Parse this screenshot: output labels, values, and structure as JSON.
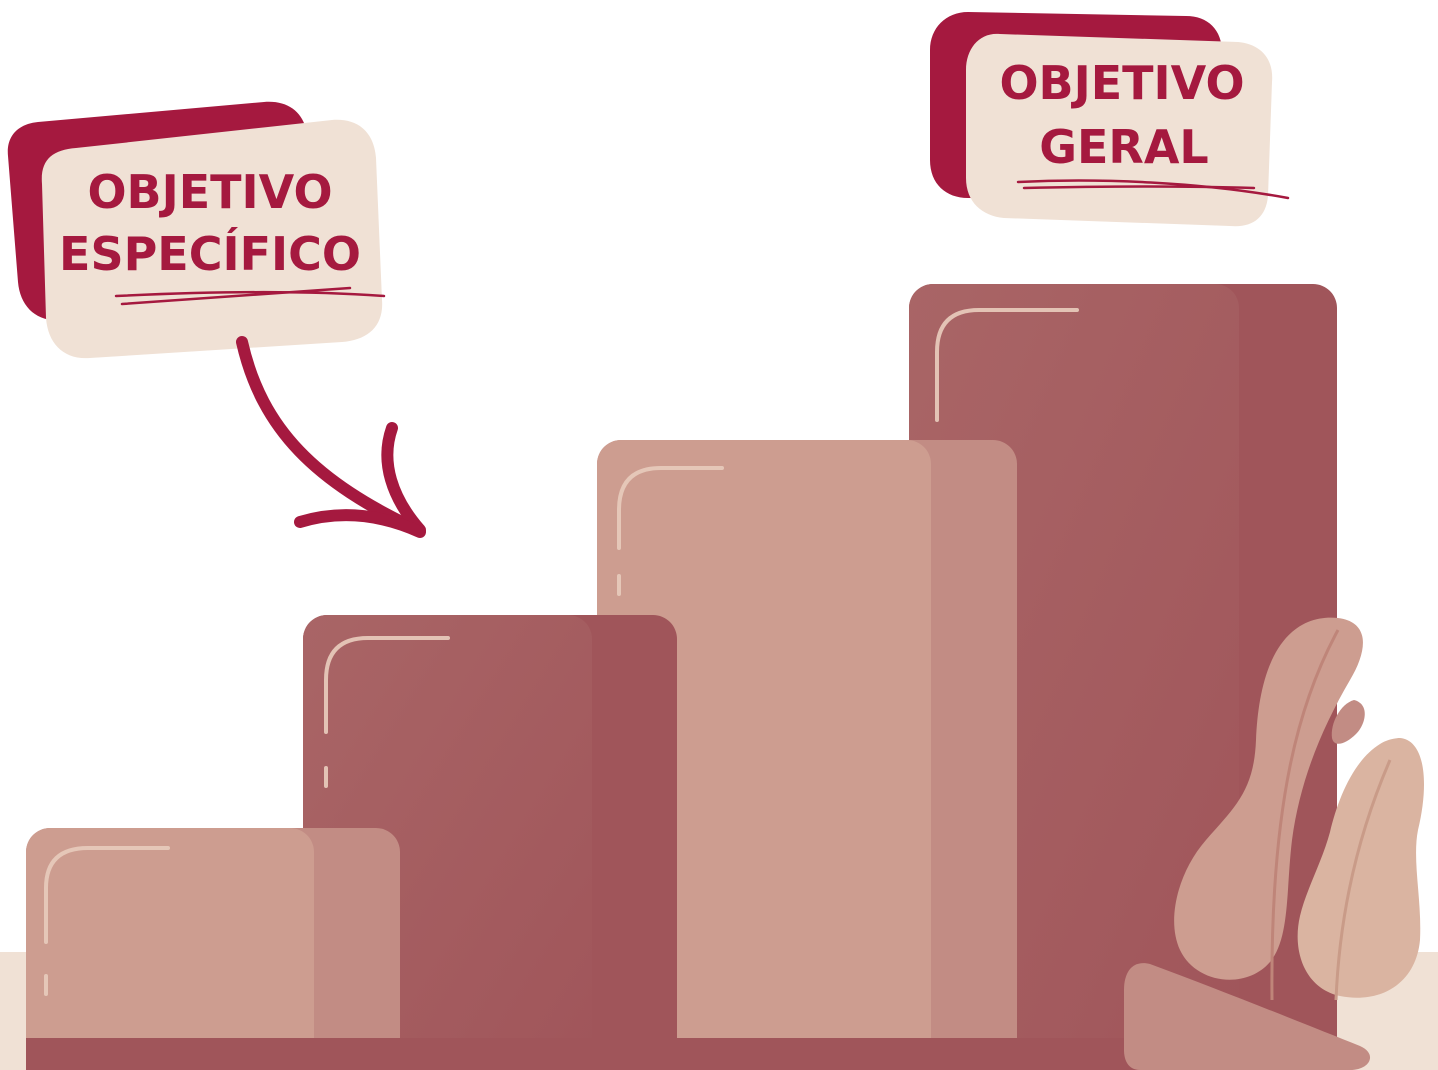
{
  "labels": {
    "specific": {
      "line1": "OBJETIVO",
      "line2": "ESPECÍFICO"
    },
    "general": {
      "line1": "OBJETIVO",
      "line2": "GERAL"
    }
  },
  "colors": {
    "crimson": "#a5193f",
    "card": "#f0e1d5",
    "dark_block": "#a85e61",
    "light_block": "#cd9d90",
    "floor": "#f0e1d5"
  }
}
